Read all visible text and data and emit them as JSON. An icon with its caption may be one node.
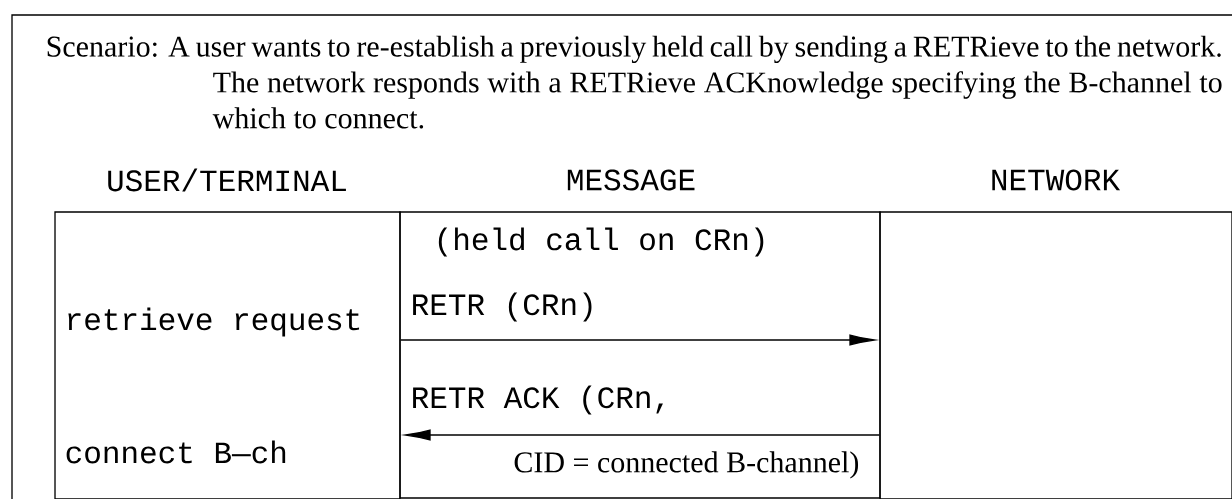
{
  "diagram": {
    "nodes": [
      {
        "text": [
          "Scenario: A user wants to re-establish a previously held call by sending a RETRieve to the network. The network responds with a RETRieve ACKnowledge specifying the B-channel to which to connect."
        ]
      },
      {
        "text": [
          "retrieve request",
          "connect B—ch"
        ],
        "in": 0
      },
      {
        "text": [],
        "shape": "box",
        "in": 0
      }
    ],
    "edges": [
      {
        "from": 1,
        "to": 2,
        "arrow": "to",
        "label": "RETR (CRn)"
      },
      {
        "from": 2,
        "to": 1,
        "arrow": "to",
        "label": "RETR ACK (CRn,"
      }
    ],
    "labels": [
      "USER/TERMINAL",
      "MESSAGE",
      "NETWORK",
      "(held call on CRn)",
      "CID = connected B-channel)"
    ]
  }
}
